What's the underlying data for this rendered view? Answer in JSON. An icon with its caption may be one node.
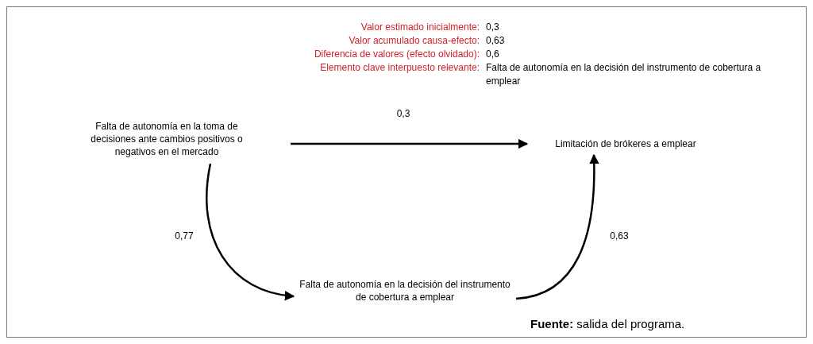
{
  "diagram": {
    "caption": "**Fuente:** salida del programa.",
    "nodes": [
      {
        "text": [
          "Falta de autonomía en la toma de decisiones ante cambios positivos o negativos en el mercado"
        ]
      },
      {
        "text": [
          "Limitación de brókeres a emplear"
        ]
      },
      {
        "text": [
          "Falta de autonomía en la decisión del instrumento de cobertura a emplear"
        ]
      }
    ],
    "edges": [
      {
        "from": 0,
        "to": 1,
        "arrow": "to",
        "label": "0,3"
      },
      {
        "from": 0,
        "to": 2,
        "arrow": "to",
        "label": "0,77"
      },
      {
        "from": 2,
        "to": 1,
        "arrow": "to",
        "label": "0,63"
      }
    ],
    "labels": [
      "Valor estimado inicialmente:",
      "0,3",
      "Valor acumulado causa-efecto:",
      "0,63",
      "Diferencia de valores (efecto olvidado):",
      "0,6",
      "Elemento clave interpuesto relevante:",
      "Falta de autonomía en la decisión del instrumento de cobertura a emplear"
    ]
  }
}
